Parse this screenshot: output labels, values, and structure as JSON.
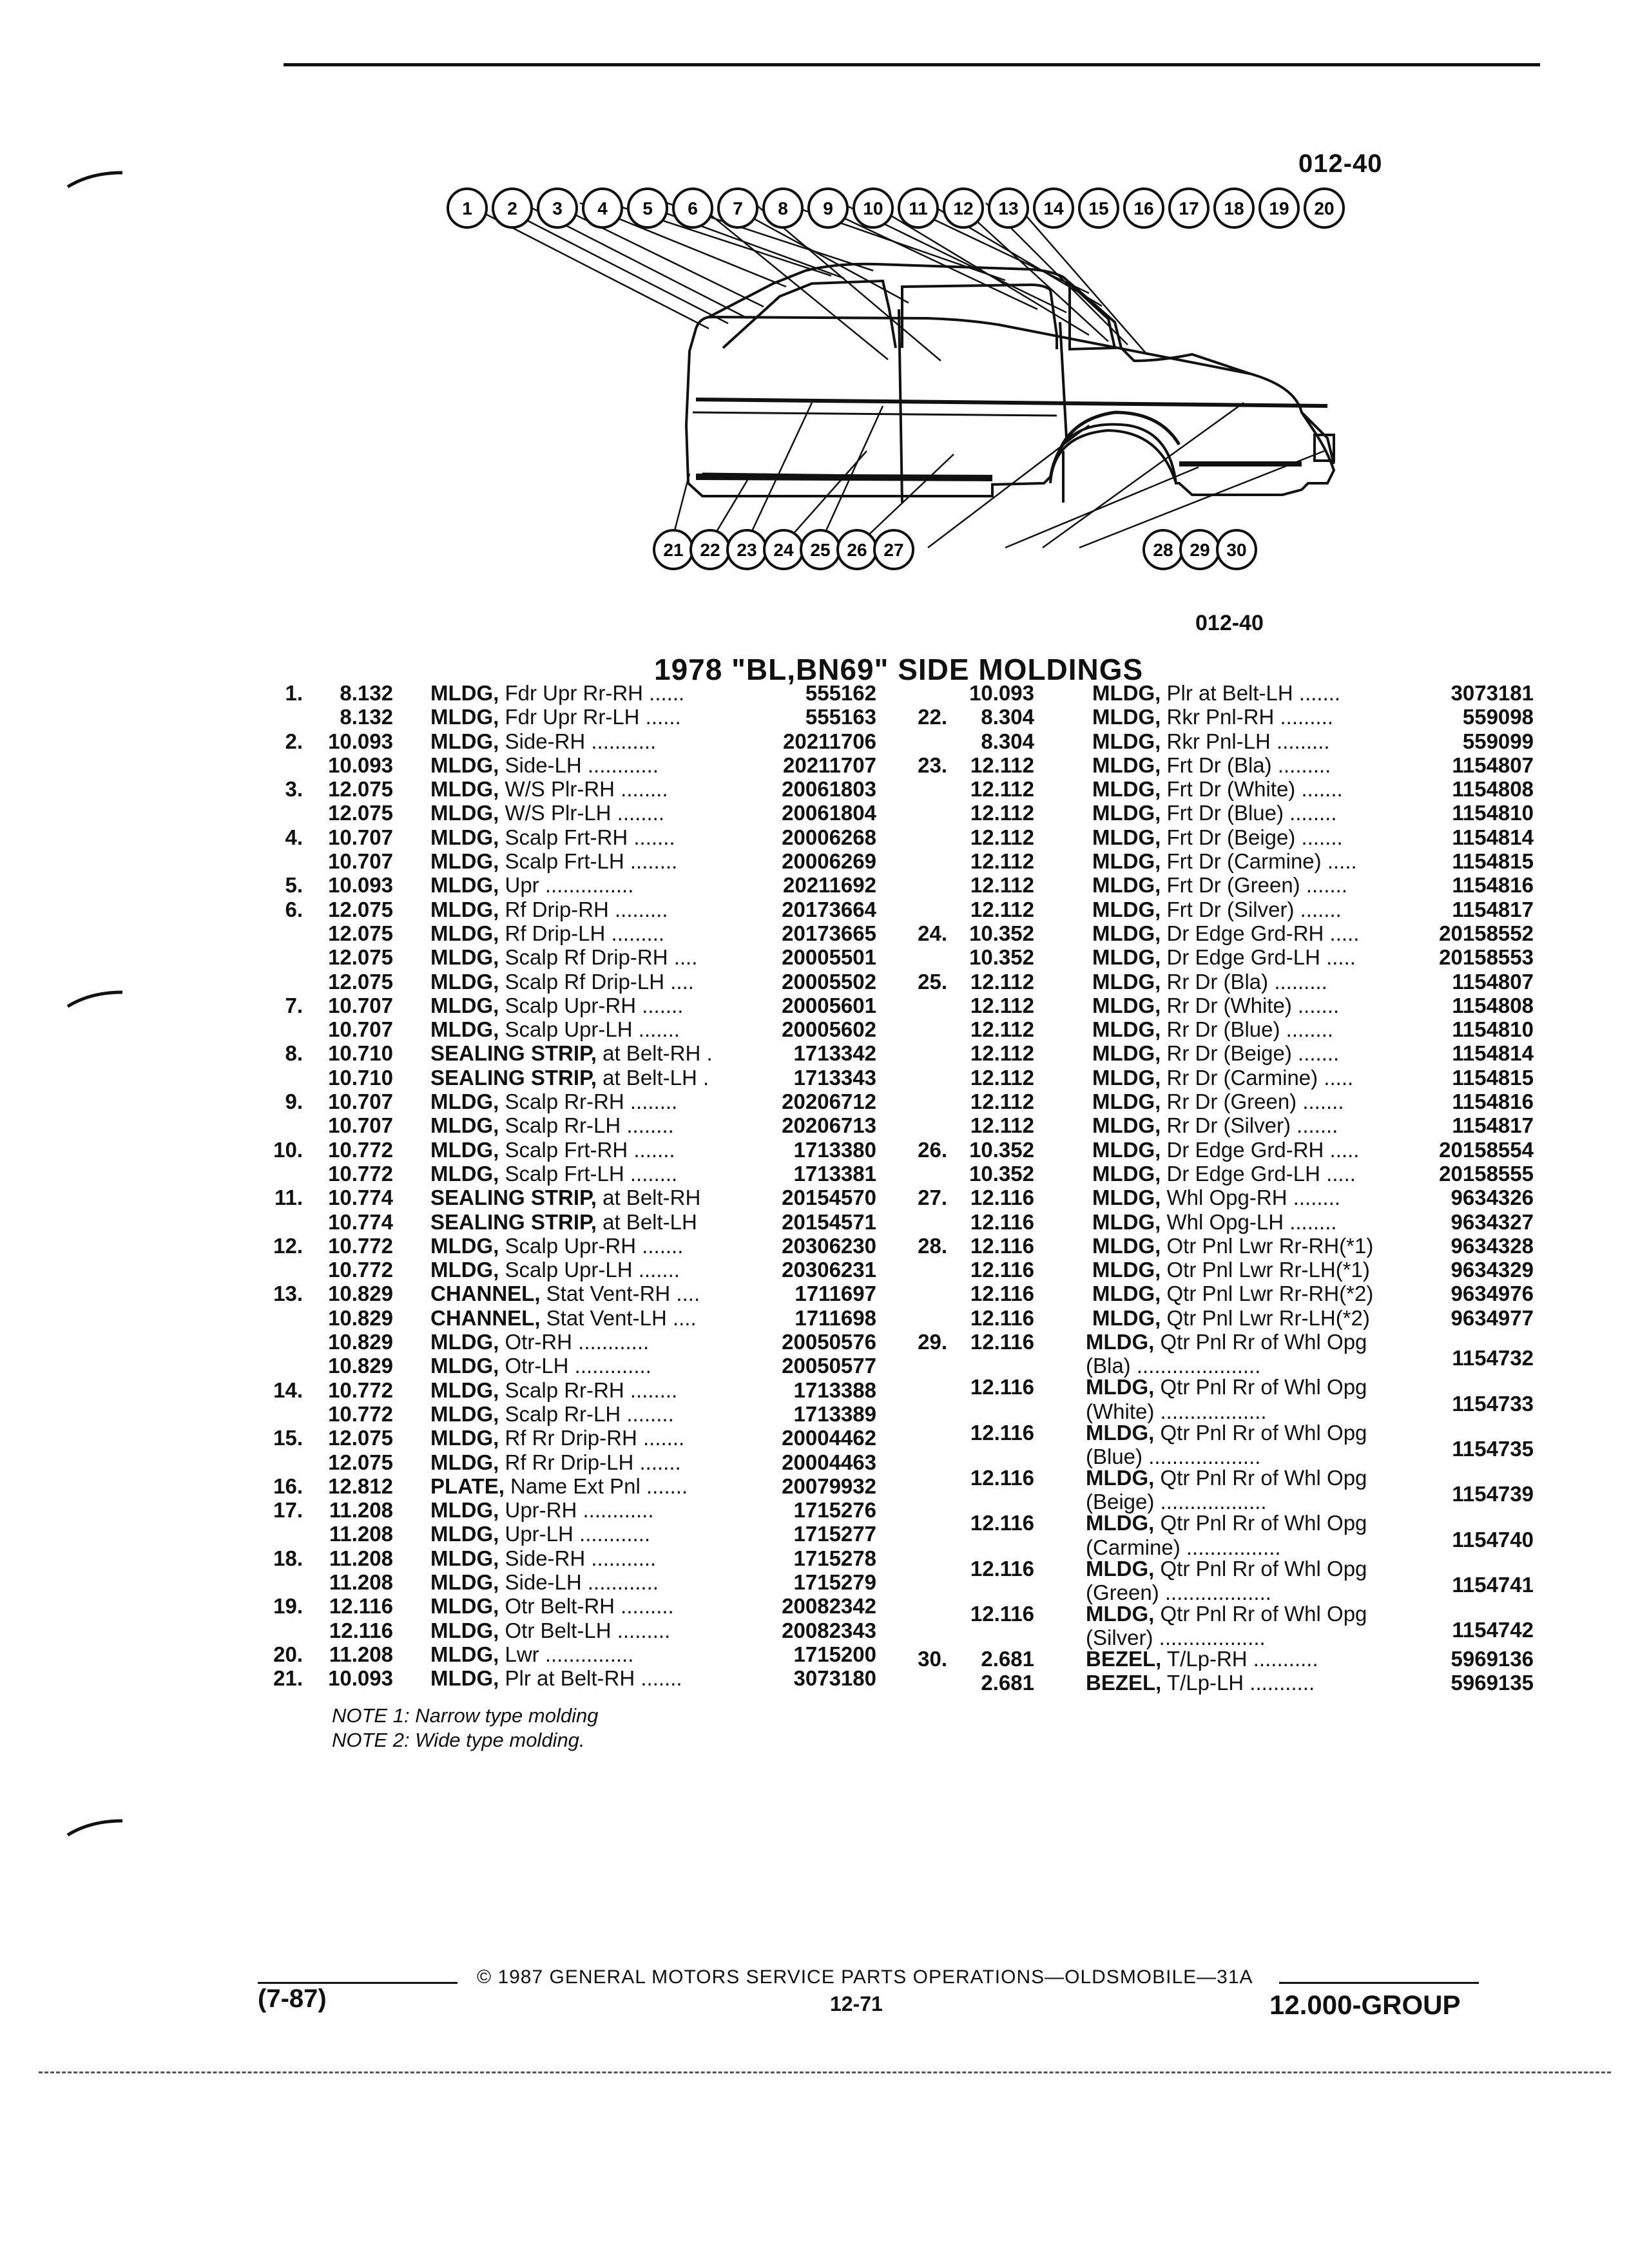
{
  "page_code": "012-40",
  "figure_caption": "012-40",
  "section_title": "1978 \"BL,BN69\" SIDE MOLDINGS",
  "callouts_top": [
    "1",
    "2",
    "3",
    "4",
    "5",
    "6",
    "7",
    "8",
    "9",
    "10",
    "11",
    "12",
    "13",
    "14",
    "15",
    "16",
    "17",
    "18",
    "19",
    "20"
  ],
  "callouts_bottom": [
    "21",
    "22",
    "23",
    "24",
    "25",
    "26",
    "27",
    "28",
    "29",
    "30"
  ],
  "left_column": [
    {
      "item": "1.",
      "group": "8.132",
      "desc_bold": "MLDG,",
      "desc": " Fdr Upr Rr-RH",
      "leader": " ......",
      "part": "555162"
    },
    {
      "item": "",
      "group": "8.132",
      "desc_bold": "MLDG,",
      "desc": " Fdr Upr Rr-LH",
      "leader": " ......",
      "part": "555163"
    },
    {
      "item": "2.",
      "group": "10.093",
      "desc_bold": "MLDG,",
      "desc": " Side-RH",
      "leader": " ...........",
      "part": "20211706"
    },
    {
      "item": "",
      "group": "10.093",
      "desc_bold": "MLDG,",
      "desc": " Side-LH",
      "leader": " ............",
      "part": "20211707"
    },
    {
      "item": "3.",
      "group": "12.075",
      "desc_bold": "MLDG,",
      "desc": " W/S Plr-RH",
      "leader": " ........",
      "part": "20061803"
    },
    {
      "item": "",
      "group": "12.075",
      "desc_bold": "MLDG,",
      "desc": " W/S Plr-LH",
      "leader": " ........",
      "part": "20061804"
    },
    {
      "item": "4.",
      "group": "10.707",
      "desc_bold": "MLDG,",
      "desc": " Scalp Frt-RH",
      "leader": " .......",
      "part": "20006268"
    },
    {
      "item": "",
      "group": "10.707",
      "desc_bold": "MLDG,",
      "desc": " Scalp Frt-LH",
      "leader": " ........",
      "part": "20006269"
    },
    {
      "item": "5.",
      "group": "10.093",
      "desc_bold": "MLDG,",
      "desc": " Upr",
      "leader": " ...............",
      "part": "20211692"
    },
    {
      "item": "6.",
      "group": "12.075",
      "desc_bold": "MLDG,",
      "desc": " Rf Drip-RH",
      "leader": " .........",
      "part": "20173664"
    },
    {
      "item": "",
      "group": "12.075",
      "desc_bold": "MLDG,",
      "desc": " Rf Drip-LH",
      "leader": " .........",
      "part": "20173665"
    },
    {
      "item": "",
      "group": "12.075",
      "desc_bold": "MLDG,",
      "desc": " Scalp Rf Drip-RH",
      "leader": " ....",
      "part": "20005501"
    },
    {
      "item": "",
      "group": "12.075",
      "desc_bold": "MLDG,",
      "desc": " Scalp Rf Drip-LH",
      "leader": " ....",
      "part": "20005502"
    },
    {
      "item": "7.",
      "group": "10.707",
      "desc_bold": "MLDG,",
      "desc": " Scalp Upr-RH",
      "leader": " .......",
      "part": "20005601"
    },
    {
      "item": "",
      "group": "10.707",
      "desc_bold": "MLDG,",
      "desc": " Scalp Upr-LH",
      "leader": " .......",
      "part": "20005602"
    },
    {
      "item": "8.",
      "group": "10.710",
      "desc_bold": "SEALING STRIP,",
      "desc": " at Belt-RH",
      "leader": " .",
      "part": "1713342"
    },
    {
      "item": "",
      "group": "10.710",
      "desc_bold": "SEALING STRIP,",
      "desc": " at Belt-LH",
      "leader": " .",
      "part": "1713343"
    },
    {
      "item": "9.",
      "group": "10.707",
      "desc_bold": "MLDG,",
      "desc": " Scalp Rr-RH",
      "leader": " ........",
      "part": "20206712"
    },
    {
      "item": "",
      "group": "10.707",
      "desc_bold": "MLDG,",
      "desc": " Scalp Rr-LH",
      "leader": " ........",
      "part": "20206713"
    },
    {
      "item": "10.",
      "group": "10.772",
      "desc_bold": "MLDG,",
      "desc": " Scalp Frt-RH",
      "leader": " .......",
      "part": "1713380"
    },
    {
      "item": "",
      "group": "10.772",
      "desc_bold": "MLDG,",
      "desc": " Scalp Frt-LH",
      "leader": " ........",
      "part": "1713381"
    },
    {
      "item": "11.",
      "group": "10.774",
      "desc_bold": "SEALING STRIP,",
      "desc": " at Belt-RH",
      "leader": " ",
      "part": "20154570"
    },
    {
      "item": "",
      "group": "10.774",
      "desc_bold": "SEALING STRIP,",
      "desc": " at Belt-LH",
      "leader": " ",
      "part": "20154571"
    },
    {
      "item": "12.",
      "group": "10.772",
      "desc_bold": "MLDG,",
      "desc": " Scalp Upr-RH",
      "leader": " .......",
      "part": "20306230"
    },
    {
      "item": "",
      "group": "10.772",
      "desc_bold": "MLDG,",
      "desc": " Scalp Upr-LH",
      "leader": " .......",
      "part": "20306231"
    },
    {
      "item": "13.",
      "group": "10.829",
      "desc_bold": "CHANNEL,",
      "desc": " Stat Vent-RH",
      "leader": " ....",
      "part": "1711697"
    },
    {
      "item": "",
      "group": "10.829",
      "desc_bold": "CHANNEL,",
      "desc": " Stat Vent-LH",
      "leader": " ....",
      "part": "1711698"
    },
    {
      "item": "",
      "group": "10.829",
      "desc_bold": "MLDG,",
      "desc": " Otr-RH",
      "leader": " ............",
      "part": "20050576"
    },
    {
      "item": "",
      "group": "10.829",
      "desc_bold": "MLDG,",
      "desc": " Otr-LH",
      "leader": " .............",
      "part": "20050577"
    },
    {
      "item": "14.",
      "group": "10.772",
      "desc_bold": "MLDG,",
      "desc": " Scalp Rr-RH",
      "leader": " ........",
      "part": "1713388"
    },
    {
      "item": "",
      "group": "10.772",
      "desc_bold": "MLDG,",
      "desc": " Scalp Rr-LH",
      "leader": " ........",
      "part": "1713389"
    },
    {
      "item": "15.",
      "group": "12.075",
      "desc_bold": "MLDG,",
      "desc": " Rf Rr Drip-RH",
      "leader": " .......",
      "part": "20004462"
    },
    {
      "item": "",
      "group": "12.075",
      "desc_bold": "MLDG,",
      "desc": " Rf Rr Drip-LH",
      "leader": " .......",
      "part": "20004463"
    },
    {
      "item": "16.",
      "group": "12.812",
      "desc_bold": "PLATE,",
      "desc": " Name Ext Pnl",
      "leader": " .......",
      "part": "20079932"
    },
    {
      "item": "17.",
      "group": "11.208",
      "desc_bold": "MLDG,",
      "desc": " Upr-RH",
      "leader": " ............",
      "part": "1715276"
    },
    {
      "item": "",
      "group": "11.208",
      "desc_bold": "MLDG,",
      "desc": " Upr-LH",
      "leader": " ............",
      "part": "1715277"
    },
    {
      "item": "18.",
      "group": "11.208",
      "desc_bold": "MLDG,",
      "desc": " Side-RH",
      "leader": " ...........",
      "part": "1715278"
    },
    {
      "item": "",
      "group": "11.208",
      "desc_bold": "MLDG,",
      "desc": " Side-LH",
      "leader": " ............",
      "part": "1715279"
    },
    {
      "item": "19.",
      "group": "12.116",
      "desc_bold": "MLDG,",
      "desc": " Otr Belt-RH",
      "leader": " .........",
      "part": "20082342"
    },
    {
      "item": "",
      "group": "12.116",
      "desc_bold": "MLDG,",
      "desc": " Otr Belt-LH",
      "leader": " .........",
      "part": "20082343"
    },
    {
      "item": "20.",
      "group": "11.208",
      "desc_bold": "MLDG,",
      "desc": " Lwr",
      "leader": " ...............",
      "part": "1715200"
    },
    {
      "item": "21.",
      "group": "10.093",
      "desc_bold": "MLDG,",
      "desc": " Plr at Belt-RH",
      "leader": " .......",
      "part": "3073180"
    }
  ],
  "right_column": [
    {
      "item": "",
      "group": "10.093",
      "desc_bold": "MLDG,",
      "desc": " Plr at Belt-LH",
      "leader": " .......",
      "part": "3073181"
    },
    {
      "item": "22.",
      "group": "8.304",
      "desc_bold": "MLDG,",
      "desc": " Rkr Pnl-RH",
      "leader": " .........",
      "part": "559098"
    },
    {
      "item": "",
      "group": "8.304",
      "desc_bold": "MLDG,",
      "desc": " Rkr Pnl-LH",
      "leader": " .........",
      "part": "559099"
    },
    {
      "item": "23.",
      "group": "12.112",
      "desc_bold": "MLDG,",
      "desc": " Frt Dr (Bla)",
      "leader": " .........",
      "part": "1154807"
    },
    {
      "item": "",
      "group": "12.112",
      "desc_bold": "MLDG,",
      "desc": " Frt Dr (White)",
      "leader": " .......",
      "part": "1154808"
    },
    {
      "item": "",
      "group": "12.112",
      "desc_bold": "MLDG,",
      "desc": " Frt Dr (Blue)",
      "leader": " ........",
      "part": "1154810"
    },
    {
      "item": "",
      "group": "12.112",
      "desc_bold": "MLDG,",
      "desc": " Frt Dr (Beige)",
      "leader": " .......",
      "part": "1154814"
    },
    {
      "item": "",
      "group": "12.112",
      "desc_bold": "MLDG,",
      "desc": " Frt Dr (Carmine)",
      "leader": " .....",
      "part": "1154815"
    },
    {
      "item": "",
      "group": "12.112",
      "desc_bold": "MLDG,",
      "desc": " Frt Dr (Green)",
      "leader": " .......",
      "part": "1154816"
    },
    {
      "item": "",
      "group": "12.112",
      "desc_bold": "MLDG,",
      "desc": " Frt Dr (Silver)",
      "leader": " .......",
      "part": "1154817"
    },
    {
      "item": "24.",
      "group": "10.352",
      "desc_bold": "MLDG,",
      "desc": " Dr Edge Grd-RH",
      "leader": " .....",
      "part": "20158552"
    },
    {
      "item": "",
      "group": "10.352",
      "desc_bold": "MLDG,",
      "desc": " Dr Edge Grd-LH",
      "leader": " .....",
      "part": "20158553"
    },
    {
      "item": "25.",
      "group": "12.112",
      "desc_bold": "MLDG,",
      "desc": " Rr Dr (Bla)",
      "leader": " .........",
      "part": "1154807"
    },
    {
      "item": "",
      "group": "12.112",
      "desc_bold": "MLDG,",
      "desc": " Rr Dr (White)",
      "leader": " .......",
      "part": "1154808"
    },
    {
      "item": "",
      "group": "12.112",
      "desc_bold": "MLDG,",
      "desc": " Rr Dr (Blue)",
      "leader": " ........",
      "part": "1154810"
    },
    {
      "item": "",
      "group": "12.112",
      "desc_bold": "MLDG,",
      "desc": " Rr Dr (Beige)",
      "leader": " .......",
      "part": "1154814"
    },
    {
      "item": "",
      "group": "12.112",
      "desc_bold": "MLDG,",
      "desc": " Rr Dr (Carmine)",
      "leader": " .....",
      "part": "1154815"
    },
    {
      "item": "",
      "group": "12.112",
      "desc_bold": "MLDG,",
      "desc": " Rr Dr (Green)",
      "leader": " .......",
      "part": "1154816"
    },
    {
      "item": "",
      "group": "12.112",
      "desc_bold": "MLDG,",
      "desc": " Rr Dr (Silver)",
      "leader": " .......",
      "part": "1154817"
    },
    {
      "item": "26.",
      "group": "10.352",
      "desc_bold": "MLDG,",
      "desc": " Dr Edge Grd-RH",
      "leader": " .....",
      "part": "20158554"
    },
    {
      "item": "",
      "group": "10.352",
      "desc_bold": "MLDG,",
      "desc": " Dr Edge Grd-LH",
      "leader": " .....",
      "part": "20158555"
    },
    {
      "item": "27.",
      "group": "12.116",
      "desc_bold": "MLDG,",
      "desc": " Whl Opg-RH",
      "leader": " ........",
      "part": "9634326"
    },
    {
      "item": "",
      "group": "12.116",
      "desc_bold": "MLDG,",
      "desc": " Whl Opg-LH",
      "leader": " ........",
      "part": "9634327"
    },
    {
      "item": "28.",
      "group": "12.116",
      "desc_bold": "MLDG,",
      "desc": " Otr Pnl Lwr Rr-RH(*1)",
      "leader": "",
      "part": "9634328"
    },
    {
      "item": "",
      "group": "12.116",
      "desc_bold": "MLDG,",
      "desc": " Otr Pnl Lwr Rr-LH(*1)",
      "leader": "",
      "part": "9634329"
    },
    {
      "item": "",
      "group": "12.116",
      "desc_bold": "MLDG,",
      "desc": " Qtr Pnl Lwr Rr-RH(*2)",
      "leader": "",
      "part": "9634976"
    },
    {
      "item": "",
      "group": "12.116",
      "desc_bold": "MLDG,",
      "desc": " Qtr Pnl Lwr Rr-LH(*2)",
      "leader": "",
      "part": "9634977"
    }
  ],
  "right_column_wrapped": [
    {
      "item": "29.",
      "group": "12.116",
      "line1_bold": "MLDG,",
      "line1": " Qtr Pnl Rr of Whl Opg",
      "line2": "(Bla)",
      "leader": " .....................",
      "part": "1154732"
    },
    {
      "item": "",
      "group": "12.116",
      "line1_bold": "MLDG,",
      "line1": " Qtr Pnl Rr of Whl Opg",
      "line2": "(White)",
      "leader": " ..................",
      "part": "1154733"
    },
    {
      "item": "",
      "group": "12.116",
      "line1_bold": "MLDG,",
      "line1": " Qtr Pnl Rr of Whl Opg",
      "line2": "(Blue)",
      "leader": " ...................",
      "part": "1154735"
    },
    {
      "item": "",
      "group": "12.116",
      "line1_bold": "MLDG,",
      "line1": " Qtr Pnl Rr of Whl Opg",
      "line2": "(Beige)",
      "leader": " ..................",
      "part": "1154739"
    },
    {
      "item": "",
      "group": "12.116",
      "line1_bold": "MLDG,",
      "line1": " Qtr Pnl Rr of Whl Opg",
      "line2": "(Carmine)",
      "leader": " ................",
      "part": "1154740"
    },
    {
      "item": "",
      "group": "12.116",
      "line1_bold": "MLDG,",
      "line1": " Qtr Pnl Rr of Whl Opg",
      "line2": "(Green)",
      "leader": " ..................",
      "part": "1154741"
    },
    {
      "item": "",
      "group": "12.116",
      "line1_bold": "MLDG,",
      "line1": " Qtr Pnl Rr of Whl Opg",
      "line2": "(Silver)",
      "leader": " ..................",
      "part": "1154742"
    }
  ],
  "right_column_tail": [
    {
      "item": "30.",
      "group": "2.681",
      "desc_bold": "BEZEL,",
      "desc": " T/Lp-RH",
      "leader": " ...........",
      "part": "5969136"
    },
    {
      "item": "",
      "group": "2.681",
      "desc_bold": "BEZEL,",
      "desc": " T/Lp-LH",
      "leader": " ...........",
      "part": "5969135"
    }
  ],
  "notes": [
    "NOTE 1: Narrow type molding",
    "NOTE 2: Wide type molding."
  ],
  "footer": {
    "left": "(7-87)",
    "center": "© 1987 GENERAL MOTORS SERVICE PARTS OPERATIONS—OLDSMOBILE—31A",
    "page": "12-71",
    "right": "12.000-GROUP"
  }
}
